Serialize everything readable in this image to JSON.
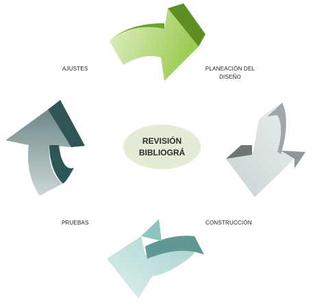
{
  "diagram": {
    "center": {
      "line1": "REVISIÓN",
      "line2": "BIBLIOGRÁ",
      "fill": "#e3edd5"
    },
    "stages": {
      "top_right": {
        "line1": "PLANEACIÓN  DEL",
        "line2": "DISEÑO"
      },
      "bottom_right": {
        "label": "CONSTRUCCIÓN"
      },
      "bottom_left": {
        "label": "PRUEBAS"
      },
      "top_left": {
        "label": "AJUSTES"
      }
    },
    "arrow_colors": {
      "green": "#8bb940",
      "silver": "#b9c2c2",
      "teal": "#7fb3b1",
      "slate": "#4e6b6b"
    }
  }
}
